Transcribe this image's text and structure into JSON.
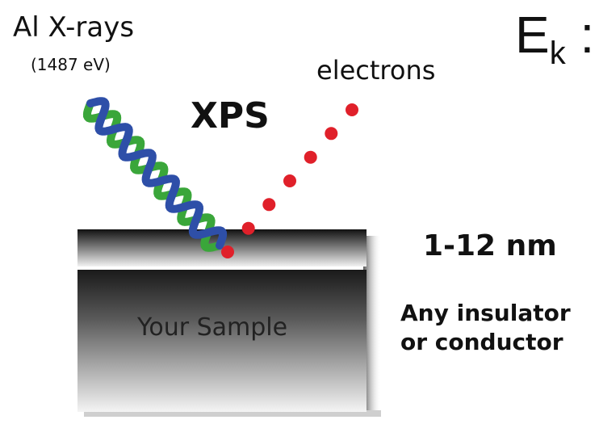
{
  "labels": {
    "xray_source": "Al X-rays",
    "xray_energy": "(1487 eV)",
    "emitted": "electrons",
    "technique": "XPS",
    "depth": "1-12 nm",
    "sample_type_line1": "Any insulator",
    "sample_type_line2": "or conductor",
    "sample": "Your Sample",
    "equation_symbol": "E",
    "equation_subscript": "k",
    "equation_suffix": " :"
  },
  "colors": {
    "helix_green": "#3aa63a",
    "helix_blue": "#2e4fa8",
    "electron_red": "#e0202a",
    "surface_dark": "#111111",
    "sample_dark": "#3a3a3a"
  },
  "electron_count": 7
}
